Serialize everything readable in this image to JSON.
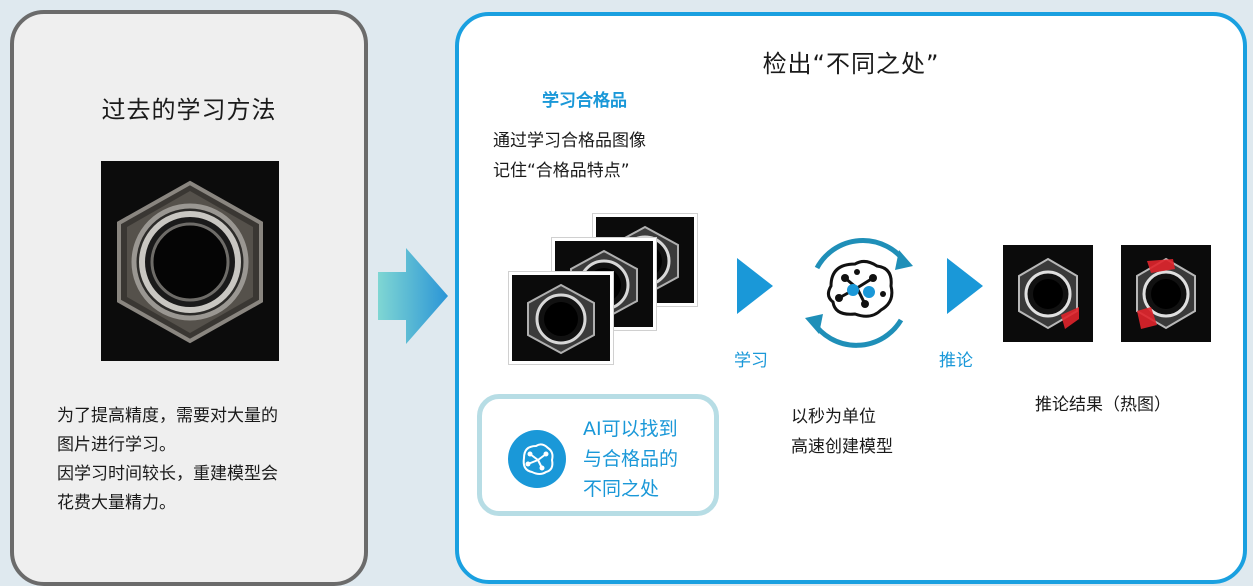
{
  "left_panel": {
    "title": "过去的学习方法",
    "desc_lines": [
      "为了提高精度，需要对大量的",
      "图片进行学习。",
      "因学习时间较长，重建模型会",
      "花费大量精力。"
    ]
  },
  "right_panel": {
    "title": "检出“不同之处”",
    "section_title": "学习合格品",
    "learn_desc_lines": [
      "通过学习合格品图像",
      "记住“合格品特点”"
    ],
    "step_learn": "学习",
    "step_infer": "推论",
    "speed_desc_lines": [
      "以秒为单位",
      "高速创建模型"
    ],
    "result_label": "推论结果（热图）",
    "ai_box_lines": [
      "AI可以找到",
      "与合格品的",
      "不同之处"
    ]
  },
  "colors": {
    "accent": "#1a98d8",
    "frame_left": "#6b6b6b",
    "frame_right": "#1aa0e0",
    "heatmap_red": "#e0242b"
  },
  "icons": {
    "big_arrow": "chevron-right-gradient-icon",
    "learn_arrow": "triangle-right-icon",
    "infer_arrow": "triangle-right-icon",
    "brain": "ai-brain-gear-icon",
    "cycle": "refresh-cycle-icon",
    "ai_badge": "ai-brain-icon"
  }
}
